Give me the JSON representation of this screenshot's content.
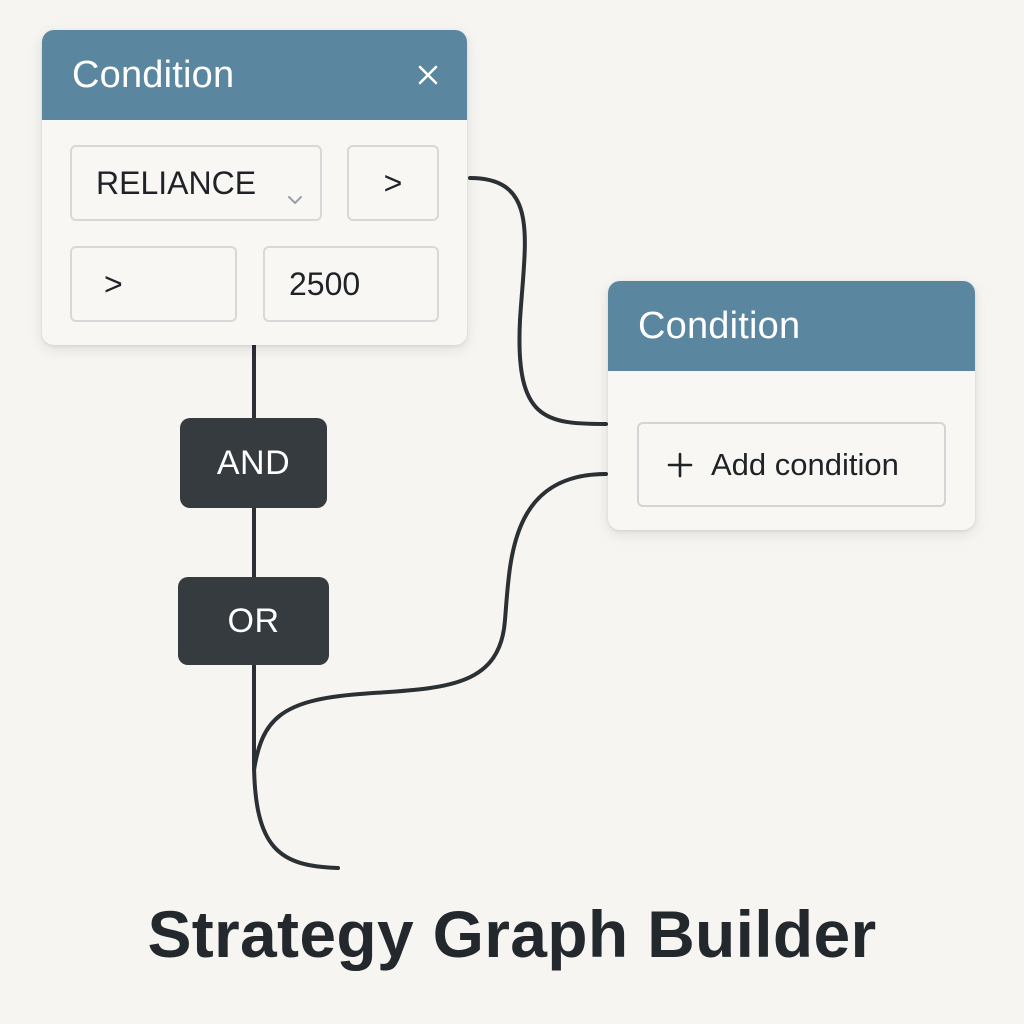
{
  "node1": {
    "title": "Condition",
    "close_icon": "close-icon",
    "symbol_select": {
      "value": "RELIANCE",
      "icon": "chevron-down-icon"
    },
    "operator_a": {
      "value": ">"
    },
    "operator_b": {
      "value": ">"
    },
    "threshold": {
      "value": "2500"
    }
  },
  "logic": {
    "and_label": "AND",
    "or_label": "OR"
  },
  "node2": {
    "title": "Condition",
    "add_button": {
      "label": "Add condition",
      "icon": "plus-icon"
    }
  },
  "page": {
    "title": "Strategy Graph Builder"
  },
  "colors": {
    "header": "#5a879f",
    "logic_block": "#363b40",
    "wire": "#2b3035",
    "background": "#f6f5f2"
  }
}
